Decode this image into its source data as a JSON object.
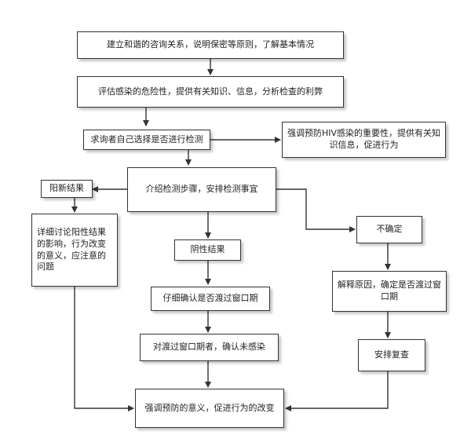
{
  "nodes": {
    "establish": "建立和谐的咨询关系，说明保密等原则，了解基本情况",
    "assess": "评估感染的危险性，提供有关知识、信息，分析检查的利弊",
    "choose": "求询者自己选择是否进行检测",
    "emphasize": "强调预防HIV感染的重要性，提供有关知识信息，促进行为",
    "introduce": "介绍检测步骤，安排检测事宜",
    "positive": "阳新结果",
    "positive_detail": "详细讨论阳性结果的影响，行为改变的意义，应注意的问题",
    "negative": "阴性结果",
    "confirm_window": "仔细确认是否渡过窗口期",
    "passed_window": "对渡过窗口期者，确认未感染",
    "uncertain": "不确定",
    "explain": "解释原因，确定是否渡过窗口期",
    "recheck": "安排复查",
    "final": "强调预防的意义，促进行为的改变"
  }
}
